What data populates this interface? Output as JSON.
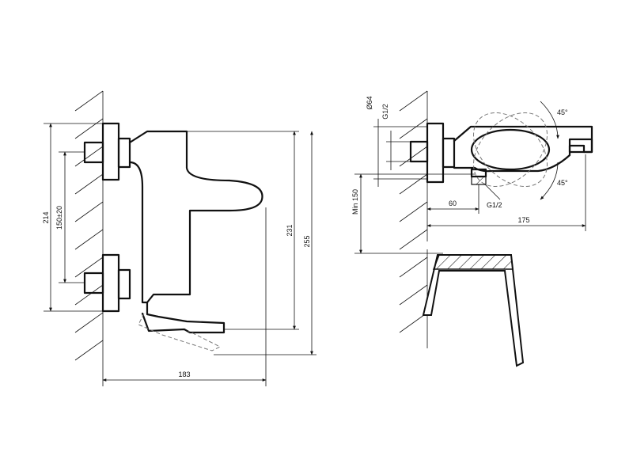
{
  "front_view": {
    "dims": {
      "total_height": "214",
      "center_distance": "150±20",
      "height_231": "231",
      "height_255": "255",
      "width": "183"
    }
  },
  "side_view": {
    "dims": {
      "pipe_diameter": "Ø64",
      "thread_top": "G1/2",
      "min_height": "Min 150",
      "distance_60": "60",
      "thread_outlet": "G1/2",
      "depth": "175",
      "angle_top": "45°",
      "angle_bottom": "45°"
    }
  }
}
